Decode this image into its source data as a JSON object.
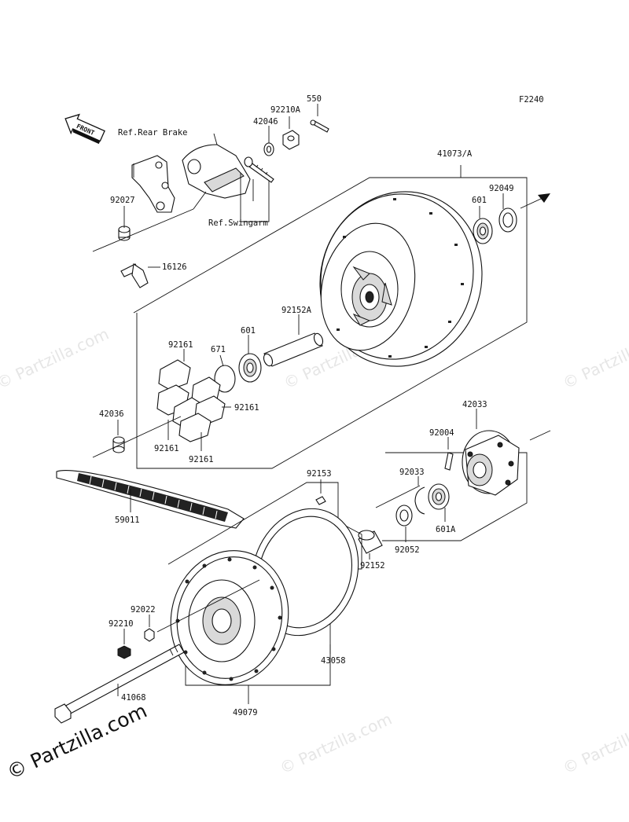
{
  "figure_code": "F2240",
  "front_label": "FRONT",
  "refs": {
    "rear_brake": "Ref.Rear Brake",
    "swingarm": "Ref.Swingarm"
  },
  "parts": {
    "p550": "550",
    "p92210A": "92210A",
    "p42046": "42046",
    "p41073A": "41073/A",
    "p92049": "92049",
    "p601_top": "601",
    "p92027": "92027",
    "p16126": "16126",
    "p92152A": "92152A",
    "p601_mid": "601",
    "p671": "671",
    "p92161_a": "92161",
    "p92161_b": "92161",
    "p92161_c": "92161",
    "p92161_d": "92161",
    "p42036": "42036",
    "p42033": "42033",
    "p92004": "92004",
    "p92033": "92033",
    "p92153": "92153",
    "p59011": "59011",
    "p601A": "601A",
    "p92052": "92052",
    "p92152": "92152",
    "p92022": "92022",
    "p92210": "92210",
    "p43058": "43058",
    "p41068": "41068",
    "p49079": "49079"
  },
  "watermark": {
    "main": "© Partzilla.com",
    "faint": "© Partzilla.com"
  }
}
